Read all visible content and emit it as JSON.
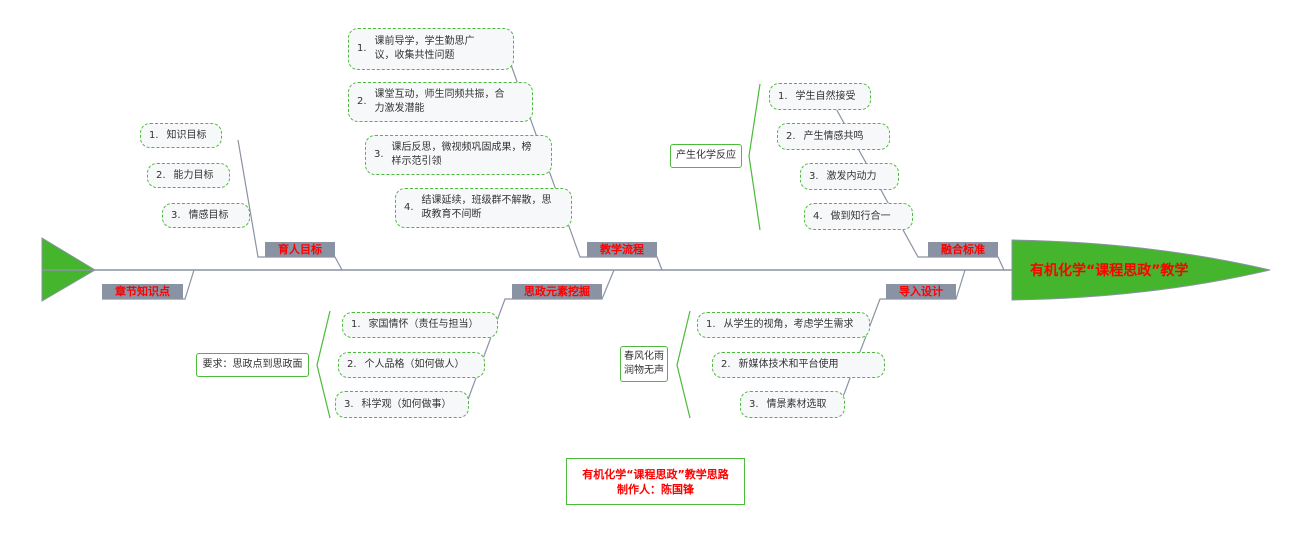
{
  "title": "有机化学“课程思政”教学",
  "colors": {
    "green": "#44b52d",
    "red": "#ff0000",
    "gray": "#8a93a3"
  },
  "branches": {
    "yuren": {
      "label": "育人目标",
      "items": [
        {
          "n": "1.",
          "t": "知识目标"
        },
        {
          "n": "2.",
          "t": "能力目标"
        },
        {
          "n": "3.",
          "t": "情感目标"
        }
      ]
    },
    "jiaoxue": {
      "label": "教学流程",
      "items": [
        {
          "n": "1.",
          "t": "课前导学，学生勤思广议，收集共性问题"
        },
        {
          "n": "2.",
          "t": "课堂互动，师生同频共振，合力激发潜能"
        },
        {
          "n": "3.",
          "t": "课后反思，微视频巩固成果，榜样示范引领"
        },
        {
          "n": "4.",
          "t": "结课延续，班级群不解散，思政教育不间断"
        }
      ]
    },
    "ronghe": {
      "label": "融合标准",
      "group": "产生化学反应",
      "items": [
        {
          "n": "1.",
          "t": "学生自然接受"
        },
        {
          "n": "2.",
          "t": "产生情感共鸣"
        },
        {
          "n": "3.",
          "t": "激发内动力"
        },
        {
          "n": "4.",
          "t": "做到知行合一"
        }
      ]
    },
    "zhangjie": {
      "label": "章节知识点"
    },
    "sizheng": {
      "label": "思政元素挖掘",
      "group": "要求：思政点到思政面",
      "items": [
        {
          "n": "1.",
          "t": "家国情怀（责任与担当）"
        },
        {
          "n": "2.",
          "t": "个人品格（如何做人）"
        },
        {
          "n": "3.",
          "t": "科学观（如何做事）"
        }
      ]
    },
    "daoru": {
      "label": "导入设计",
      "group": "春风化雨润物无声",
      "items": [
        {
          "n": "1.",
          "t": "从学生的视角，考虑学生需求"
        },
        {
          "n": "2.",
          "t": "新媒体技术和平台使用"
        },
        {
          "n": "3.",
          "t": "情景素材选取"
        }
      ]
    }
  },
  "footer": {
    "line1": "有机化学“课程思政”教学思路",
    "line2": "制作人：陈国锋"
  }
}
